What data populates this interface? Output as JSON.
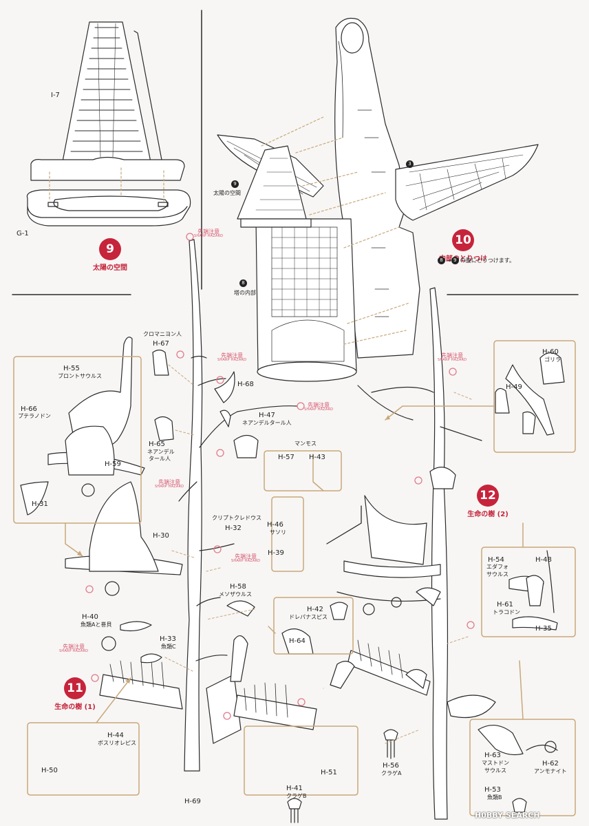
{
  "parts": {
    "i7": "I-7",
    "g1": "G-1",
    "h67": "H-67",
    "h67_jp": "クロマニヨン人",
    "h68": "H-68",
    "h47": "H-47",
    "h47_jp": "ネアンデルタール人",
    "h65": "H-65",
    "h65_jp1": "ネアンデル",
    "h65_jp2": "タール人",
    "mammoth_jp": "マンモス",
    "h57": "H-57",
    "h43": "H-43",
    "h55": "H-55",
    "h55_jp": "ブロントサウルス",
    "h66": "H-66",
    "h66_jp": "プテラノドン",
    "h59": "H-59",
    "h31": "H-31",
    "h30": "H-30",
    "h32": "H-32",
    "h32_jp": "クリプトクレドウス",
    "h46": "H-46",
    "h46_jp": "サソリ",
    "h39": "H-39",
    "h58": "H-58",
    "h58_jp": "メソザウルス",
    "h40": "H-40",
    "h40_jp": "魚類Aと巻貝",
    "h33": "H-33",
    "h33_jp": "魚類C",
    "h42": "H-42",
    "h42_jp": "ドレパナスピス",
    "h64": "H-64",
    "h44": "H-44",
    "h44_jp": "ボスリオレピス",
    "h50": "H-50",
    "h51": "H-51",
    "h41": "H-41",
    "h41_jp": "クラゲB",
    "h69": "H-69",
    "h56": "H-56",
    "h56_jp": "クラゲA",
    "h60": "H-60",
    "h60_jp": "ゴリラ",
    "h49": "H-49",
    "h54": "H-54",
    "h54_jp1": "エダフォ",
    "h54_jp2": "サウルス",
    "h48": "H-48",
    "h61": "H-61",
    "h61_jp": "トラコドン",
    "h35": "H-35",
    "h63": "H-63",
    "h63_jp1": "マストドン",
    "h63_jp2": "サウルス",
    "h62": "H-62",
    "h62_jp": "アンモナイト",
    "h53": "H-53",
    "h53_jp": "魚類B"
  },
  "steps": {
    "s9": {
      "num": "9",
      "title": "太陽の空間"
    },
    "s10": {
      "num": "10",
      "title": "内部のとりつけ",
      "note": "の腹にとりつけます。",
      "ref_a": "8",
      "ref_arrow": "→",
      "ref_b": "9"
    },
    "s11": {
      "num": "11",
      "title": "生命の樹 (1)"
    },
    "s12": {
      "num": "12",
      "title": "生命の樹 (2)"
    }
  },
  "callouts": {
    "ref3": "3",
    "ref9": "9",
    "ref9_label": "太陽の空間",
    "ref8": "8",
    "ref8_label": "塔の内部"
  },
  "warning": {
    "jp": "先端注意",
    "en": "SHARP HAZARD"
  },
  "watermark": "H0BBY SEARCH",
  "colors": {
    "accent": "#c6243b",
    "frame": "#c9a77a",
    "warning": "#d6506a",
    "line": "#2a2a2a"
  }
}
